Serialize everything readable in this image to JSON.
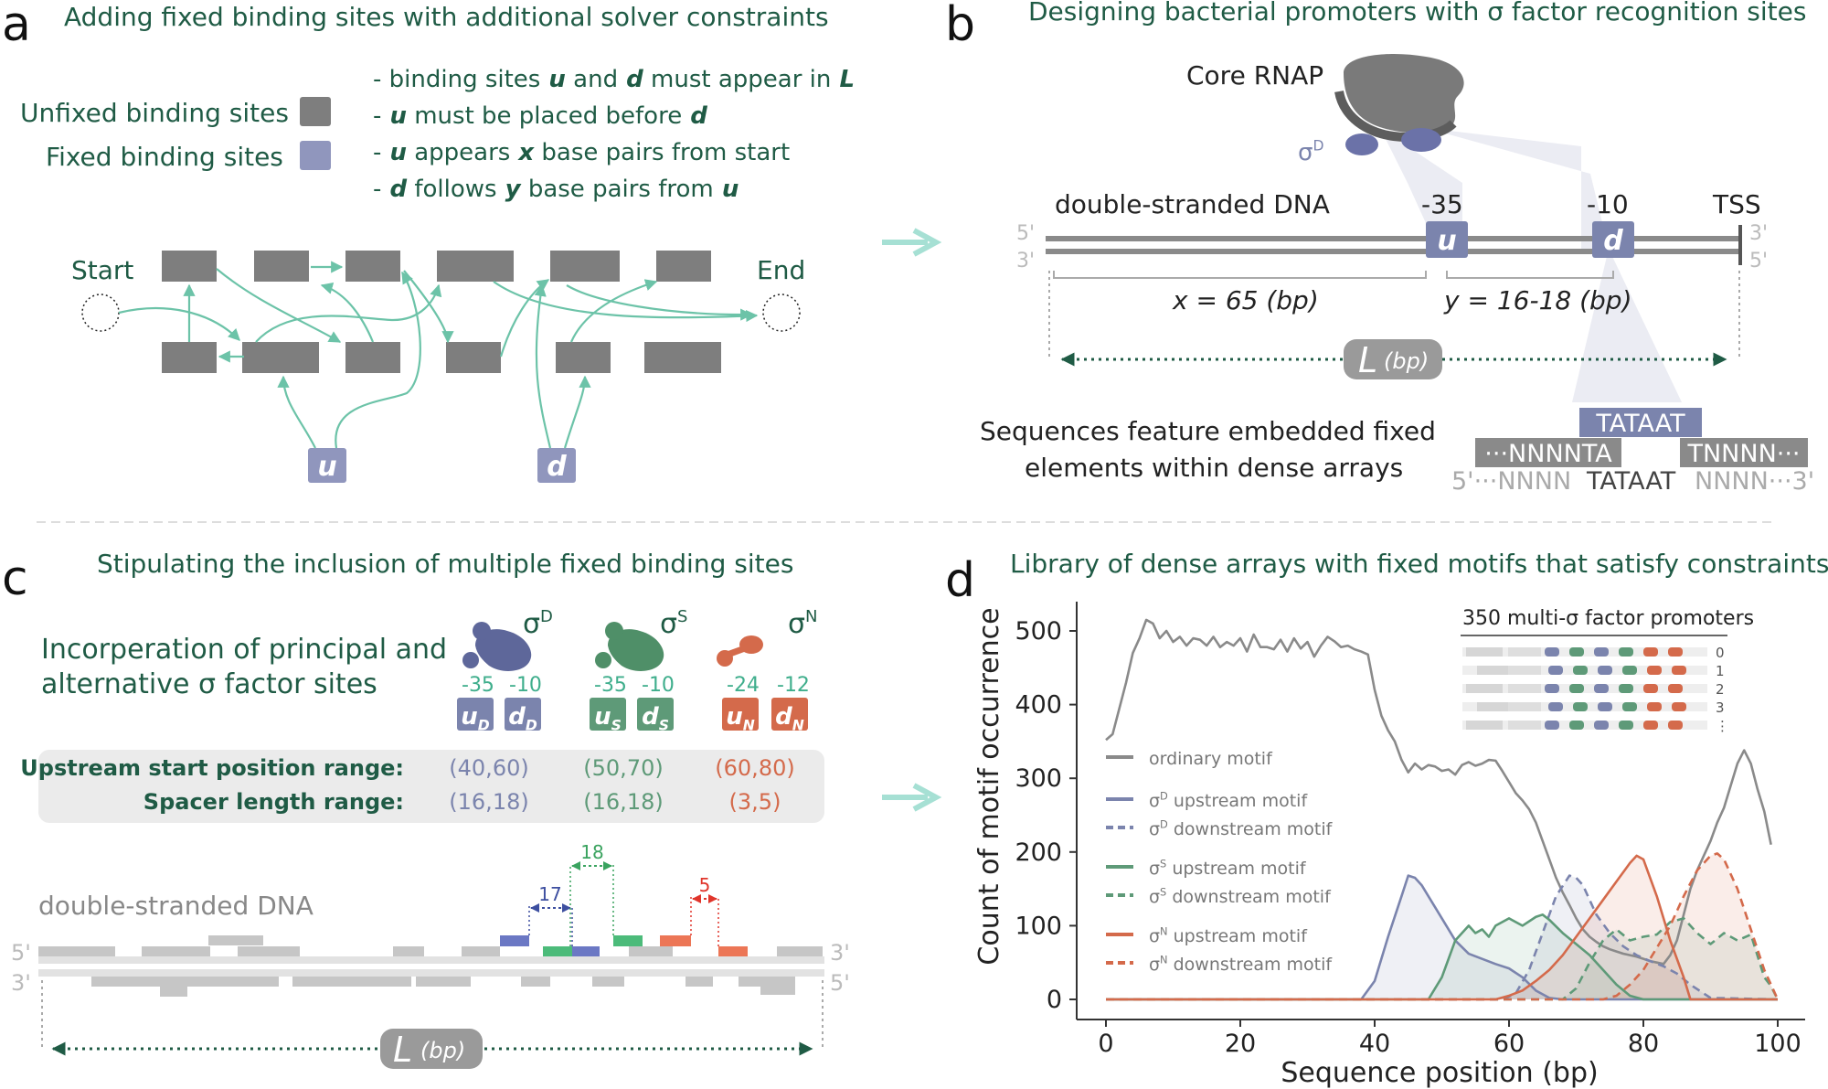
{
  "panel_a": {
    "letter": "a",
    "title": "Adding fixed binding sites with additional solver constraints",
    "legend_unfixed": "Unfixed binding sites",
    "legend_fixed": "Fixed binding sites",
    "constraints": [
      "- binding sites u and d must appear in L",
      "- u must be placed before d",
      "- u appears x base pairs from start",
      "- d follows y base pairs from u"
    ],
    "start_label": "Start",
    "end_label": "End",
    "u_label": "u",
    "d_label": "d"
  },
  "panel_b": {
    "letter": "b",
    "title": "Designing bacterial promoters with σ factor recognition sites",
    "core_rnap": "Core RNAP",
    "sigma_label": "σD",
    "dna_label": "double-stranded DNA",
    "minus35": "-35",
    "minus10": "-10",
    "tss": "TSS",
    "five_prime": "5'",
    "three_prime": "3'",
    "u_label": "u",
    "d_label": "d",
    "x_label": "x = 65 (bp)",
    "y_label": "y = 16-18 (bp)",
    "L_label": "L",
    "bp_label": "(bp)",
    "caption_line1": "Sequences feature embedded fixed",
    "caption_line2": "elements within dense arrays",
    "seq_top": "TATAAT",
    "seq_mid_left": "···NNNNTA",
    "seq_mid_right": "TNNNN···",
    "seq_bottom_left": "5'···NNNN",
    "seq_bottom_mid": "TATAAT",
    "seq_bottom_right": "NNNN···3'"
  },
  "panel_c": {
    "letter": "c",
    "title": "Stipulating the inclusion of multiple fixed binding sites",
    "intro_line1": "Incorperation of principal and",
    "intro_line2": "alternative σ factor sites",
    "factors": [
      {
        "sigma": "σD",
        "up_pos": "-35",
        "down_pos": "-10",
        "u": "uD",
        "d": "dD",
        "color": "#7b84ad"
      },
      {
        "sigma": "σS",
        "up_pos": "-35",
        "down_pos": "-10",
        "u": "uS",
        "d": "dS",
        "color": "#5e9a78"
      },
      {
        "sigma": "σN",
        "up_pos": "-24",
        "down_pos": "-12",
        "u": "uN",
        "d": "dN",
        "color": "#d46a4b"
      }
    ],
    "row1_label": "Upstream start position range:",
    "row2_label": "Spacer length range:",
    "row1_values": [
      "(40,60)",
      "(50,70)",
      "(60,80)"
    ],
    "row2_values": [
      "(16,18)",
      "(16,18)",
      "(3,5)"
    ],
    "dna_label": "double-stranded DNA",
    "spacers": [
      "17",
      "18",
      "5"
    ],
    "L_label": "L",
    "bp_label": "(bp)",
    "five_prime": "5'",
    "three_prime": "3'"
  },
  "panel_d": {
    "letter": "d",
    "title": "Library of dense arrays with fixed motifs that satisfy constraints",
    "inset_title": "350 multi-σ factor promoters",
    "inset_rows": [
      "0",
      "1",
      "2",
      "3",
      "⋮"
    ]
  },
  "chart_data": {
    "type": "line",
    "title": "",
    "xlabel": "Sequence position (bp)",
    "ylabel": "Count of motif occurrence",
    "xlim": [
      0,
      100
    ],
    "ylim": [
      0,
      520
    ],
    "xticks": [
      0,
      20,
      40,
      60,
      80,
      100
    ],
    "yticks": [
      0,
      100,
      200,
      300,
      400,
      500
    ],
    "grid": false,
    "legend_position": "left",
    "series": [
      {
        "name": "ordinary motif",
        "color": "#8a8a8a",
        "dash": false,
        "fill": false,
        "x": [
          0,
          1,
          2,
          3,
          4,
          5,
          6,
          7,
          8,
          9,
          10,
          11,
          12,
          13,
          14,
          15,
          16,
          17,
          18,
          19,
          20,
          21,
          22,
          23,
          24,
          25,
          26,
          27,
          28,
          29,
          30,
          31,
          32,
          33,
          34,
          35,
          36,
          37,
          38,
          39,
          40,
          41,
          42,
          43,
          44,
          45,
          46,
          47,
          48,
          49,
          50,
          51,
          52,
          53,
          54,
          55,
          56,
          57,
          58,
          59,
          60,
          61,
          62,
          63,
          64,
          65,
          66,
          67,
          68,
          69,
          70,
          71,
          72,
          73,
          74,
          75,
          76,
          77,
          78,
          79,
          80,
          81,
          82,
          83,
          84,
          85,
          86,
          87,
          88,
          89,
          90,
          91,
          92,
          93,
          94,
          95,
          96,
          97,
          98,
          99
        ],
        "y": [
          352,
          360,
          395,
          430,
          470,
          490,
          515,
          510,
          490,
          500,
          485,
          492,
          480,
          490,
          488,
          480,
          492,
          478,
          485,
          480,
          490,
          472,
          495,
          478,
          478,
          475,
          488,
          472,
          490,
          476,
          485,
          465,
          480,
          492,
          486,
          478,
          480,
          475,
          472,
          468,
          420,
          385,
          365,
          350,
          325,
          308,
          320,
          312,
          318,
          316,
          310,
          312,
          305,
          318,
          322,
          317,
          320,
          325,
          324,
          310,
          295,
          280,
          270,
          258,
          240,
          215,
          190,
          165,
          145,
          128,
          110,
          95,
          85,
          78,
          72,
          68,
          65,
          62,
          60,
          58,
          55,
          52,
          50,
          48,
          60,
          80,
          115,
          150,
          175,
          195,
          215,
          240,
          260,
          290,
          320,
          338,
          320,
          285,
          255,
          210
        ]
      },
      {
        "name": "σD upstream motif",
        "color": "#7b84ad",
        "dash": false,
        "fill": true,
        "x": [
          0,
          38,
          40,
          42,
          44,
          45,
          46,
          47,
          48,
          50,
          52,
          54,
          56,
          58,
          60,
          62,
          64,
          66,
          68,
          100
        ],
        "y": [
          0,
          0,
          25,
          85,
          140,
          168,
          165,
          155,
          140,
          110,
          80,
          62,
          55,
          48,
          42,
          30,
          12,
          2,
          0,
          0
        ]
      },
      {
        "name": "σD downstream motif",
        "color": "#7b84ad",
        "dash": true,
        "fill": true,
        "x": [
          0,
          59,
          61,
          63,
          65,
          67,
          69,
          70,
          71,
          73,
          75,
          77,
          79,
          81,
          83,
          85,
          87,
          90,
          100
        ],
        "y": [
          0,
          0,
          8,
          40,
          90,
          140,
          168,
          165,
          155,
          115,
          90,
          72,
          60,
          52,
          45,
          35,
          20,
          2,
          0
        ]
      },
      {
        "name": "σS upstream motif",
        "color": "#5e9a78",
        "dash": false,
        "fill": true,
        "x": [
          0,
          48,
          50,
          52,
          54,
          55,
          56,
          57,
          58,
          60,
          62,
          64,
          65,
          66,
          68,
          70,
          72,
          74,
          76,
          78,
          80,
          100
        ],
        "y": [
          0,
          0,
          30,
          80,
          100,
          90,
          95,
          85,
          100,
          110,
          100,
          112,
          115,
          108,
          90,
          75,
          60,
          40,
          20,
          5,
          0,
          0
        ]
      },
      {
        "name": "σS downstream motif",
        "color": "#5e9a78",
        "dash": true,
        "fill": true,
        "x": [
          0,
          68,
          70,
          72,
          74,
          76,
          78,
          80,
          82,
          84,
          86,
          88,
          90,
          92,
          94,
          96,
          98,
          99,
          100
        ],
        "y": [
          0,
          0,
          15,
          50,
          80,
          95,
          80,
          85,
          88,
          105,
          110,
          90,
          75,
          90,
          80,
          88,
          30,
          18,
          0
        ]
      },
      {
        "name": "σN upstream motif",
        "color": "#d46a4b",
        "dash": false,
        "fill": true,
        "x": [
          0,
          58,
          60,
          62,
          64,
          66,
          68,
          70,
          72,
          74,
          76,
          78,
          79,
          80,
          82,
          84,
          86,
          87,
          100
        ],
        "y": [
          0,
          0,
          5,
          12,
          25,
          40,
          60,
          85,
          110,
          135,
          160,
          185,
          195,
          190,
          140,
          80,
          30,
          0,
          0
        ]
      },
      {
        "name": "σN downstream motif",
        "color": "#d46a4b",
        "dash": true,
        "fill": true,
        "x": [
          0,
          74,
          76,
          78,
          80,
          82,
          84,
          86,
          88,
          90,
          91,
          92,
          94,
          96,
          98,
          100
        ],
        "y": [
          0,
          0,
          5,
          20,
          40,
          70,
          100,
          140,
          175,
          195,
          198,
          190,
          150,
          95,
          40,
          0
        ]
      }
    ]
  }
}
